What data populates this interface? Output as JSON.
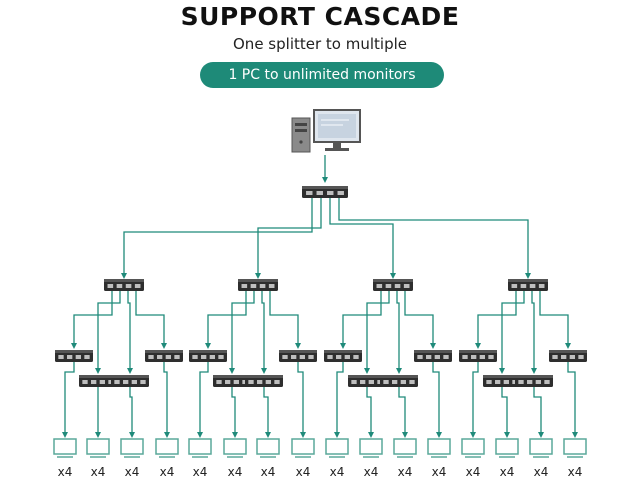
{
  "header": {
    "title": "SUPPORT CASCADE",
    "subtitle": "One splitter to multiple",
    "badge": "1 PC to unlimited monitors"
  },
  "colors": {
    "accent": "#1e8a78",
    "line": "#1f8a7a",
    "device": "#2e2e2e",
    "monitor": "#5aa89a"
  },
  "icons": {
    "source": "desktop-pc-icon",
    "splitter": "hdmi-splitter-icon",
    "display": "monitor-icon"
  },
  "monitor_labels": [
    "x4",
    "x4",
    "x4",
    "x4",
    "x4",
    "x4",
    "x4",
    "x4",
    "x4",
    "x4",
    "x4",
    "x4",
    "x4",
    "x4",
    "x4",
    "x4"
  ]
}
